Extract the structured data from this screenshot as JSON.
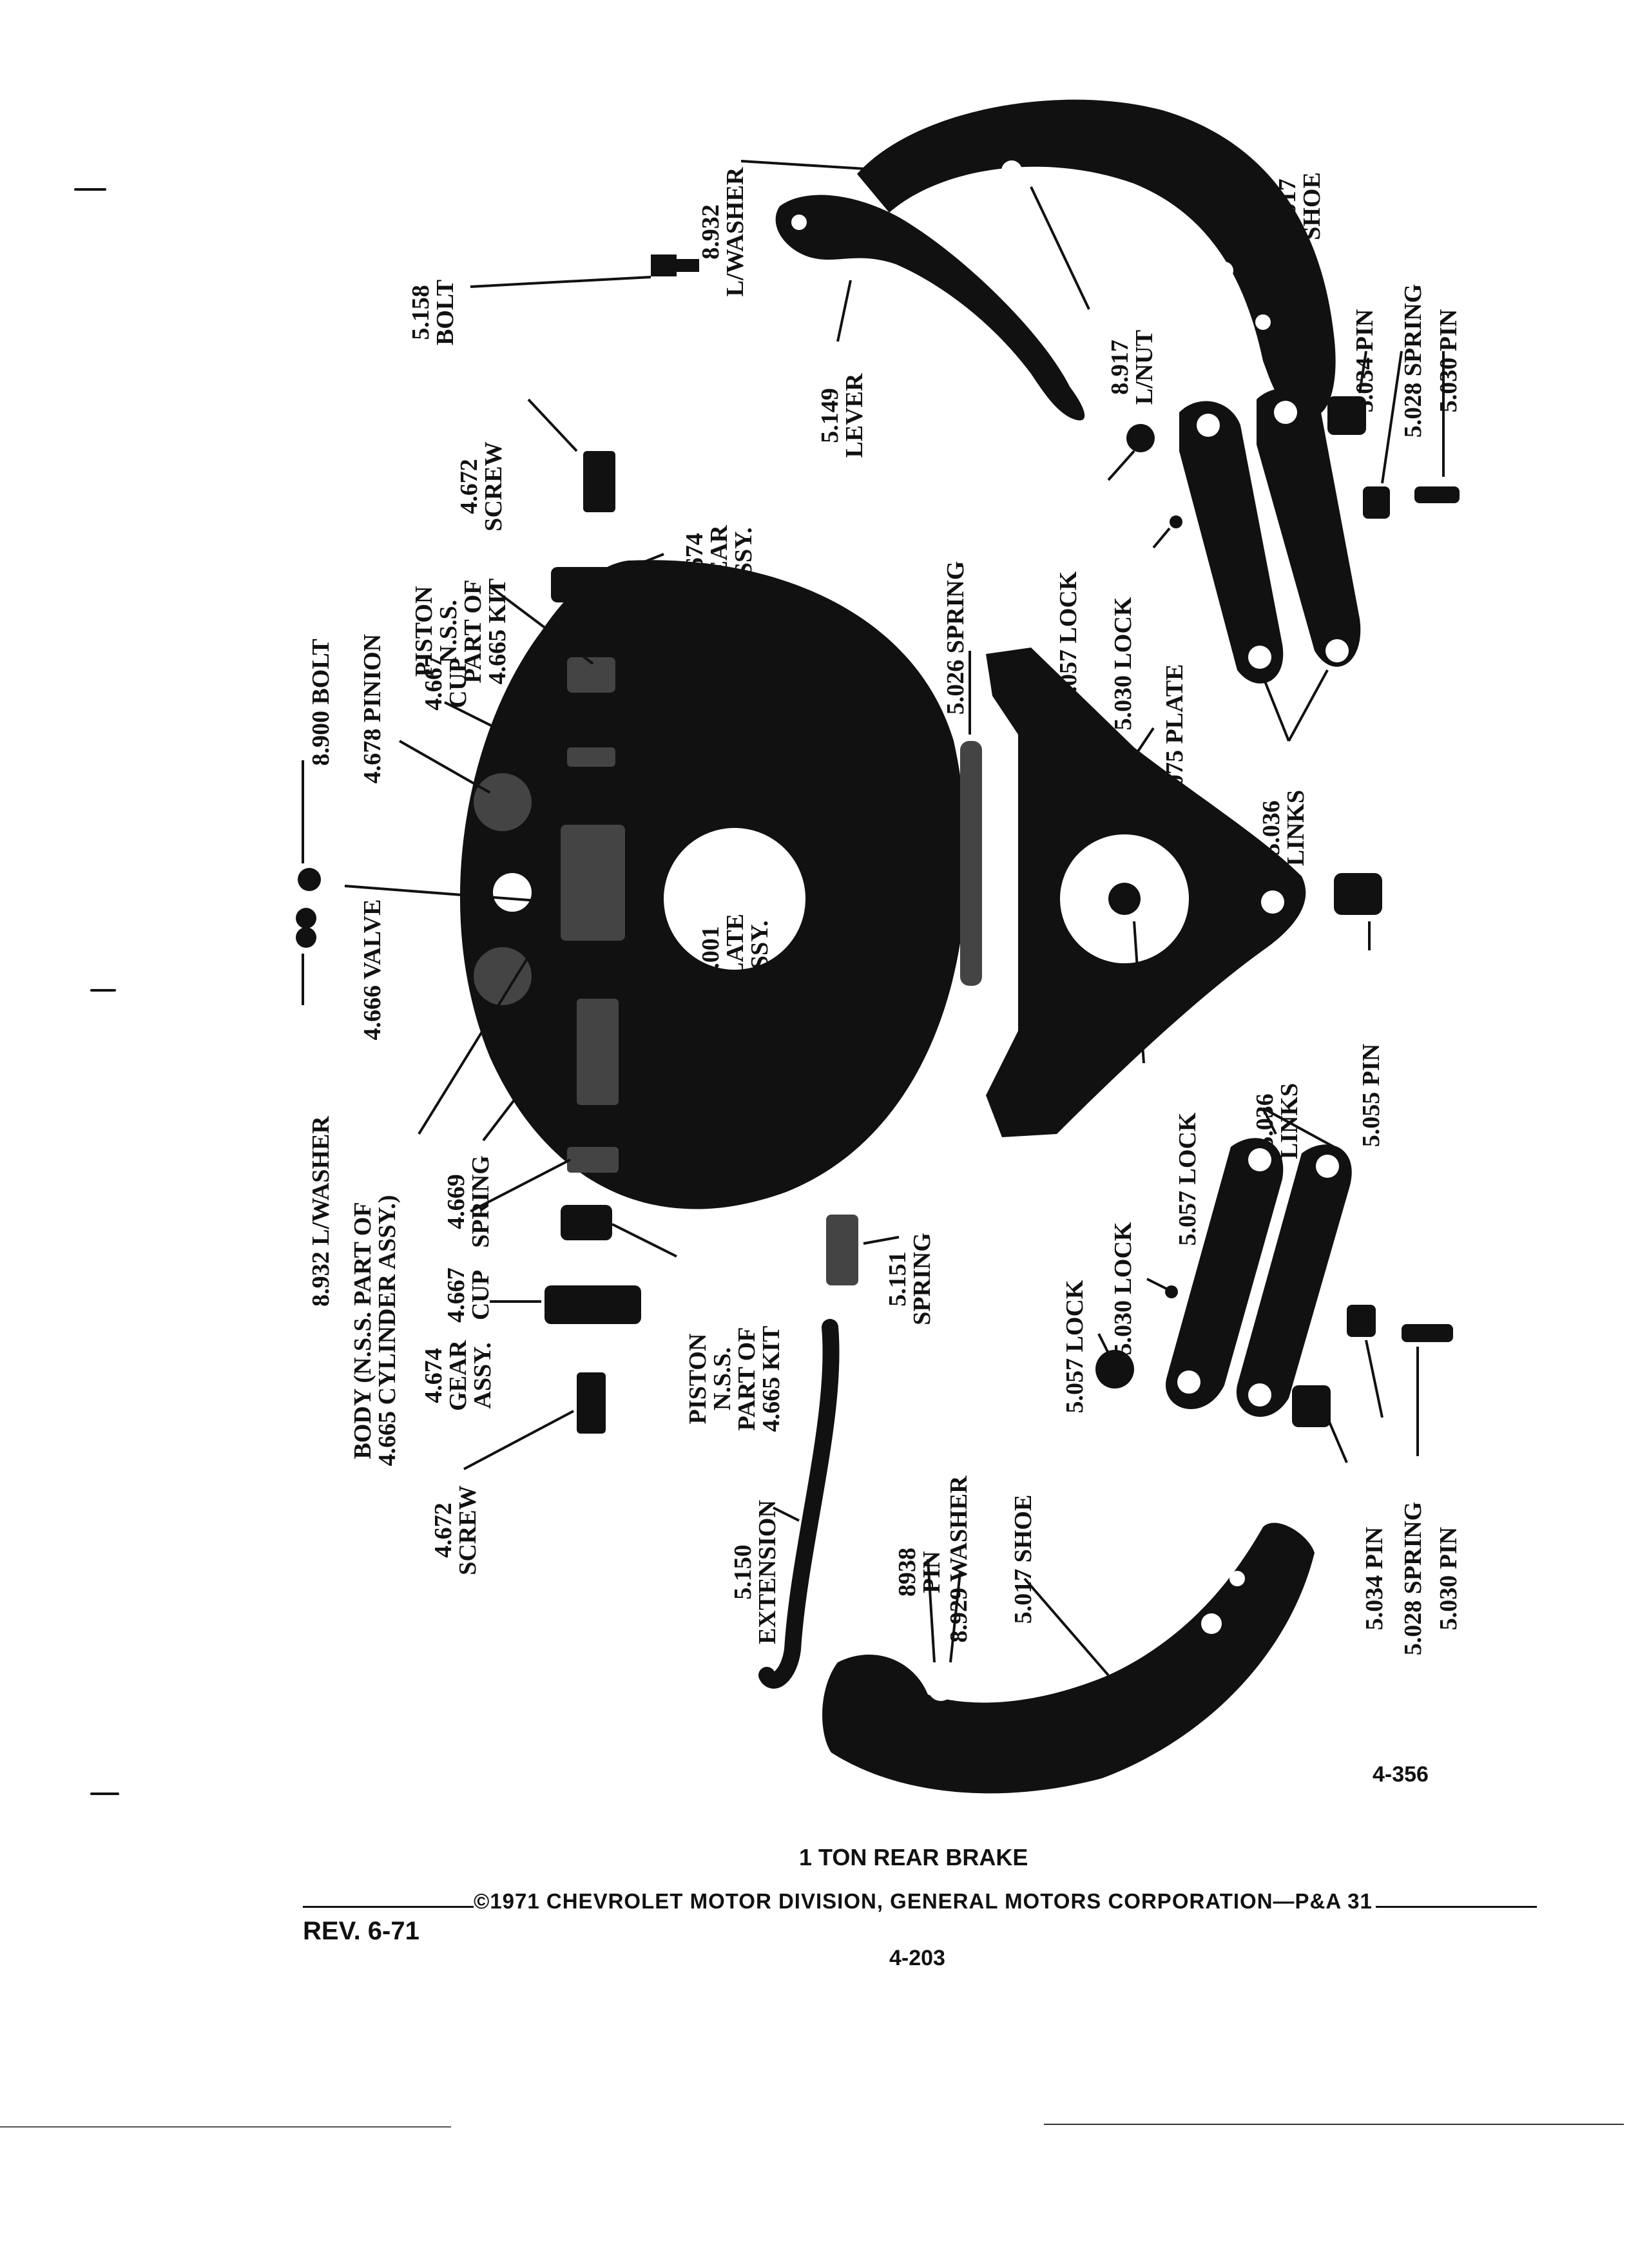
{
  "figure": {
    "title": "1 TON REAR BRAKE",
    "number": "4-356",
    "copyright": "©1971 CHEVROLET MOTOR DIVISION, GENERAL MOTORS CORPORATION—P&A 31",
    "revision": "REV. 6-71",
    "page": "4-203"
  },
  "callouts": [
    {
      "id": "c1",
      "lines": [
        "8.932",
        "L/WASHER"
      ]
    },
    {
      "id": "c2",
      "lines": [
        "5.017",
        "SHOE"
      ]
    },
    {
      "id": "c3",
      "lines": [
        "5.158",
        "BOLT"
      ]
    },
    {
      "id": "c4",
      "lines": [
        "8.917",
        "L/NUT"
      ]
    },
    {
      "id": "c5",
      "lines": [
        "5.149",
        "LEVER"
      ]
    },
    {
      "id": "c6",
      "lines": [
        "5.034 PIN"
      ]
    },
    {
      "id": "c7",
      "lines": [
        "5.028 SPRING"
      ]
    },
    {
      "id": "c8",
      "lines": [
        "5.030 PIN"
      ]
    },
    {
      "id": "c9",
      "lines": [
        "4.672",
        "SCREW"
      ]
    },
    {
      "id": "c10",
      "lines": [
        "PISTON",
        "N.S.S.",
        "PART OF",
        "4.665 KIT"
      ]
    },
    {
      "id": "c11",
      "lines": [
        "4.674",
        "GEAR",
        "ASSY."
      ]
    },
    {
      "id": "c12",
      "lines": [
        "5.026 SPRING"
      ]
    },
    {
      "id": "c13",
      "lines": [
        "5.057 LOCK"
      ]
    },
    {
      "id": "c14",
      "lines": [
        "5.030 LOCK"
      ]
    },
    {
      "id": "c15",
      "lines": [
        "5.075 PLATE"
      ]
    },
    {
      "id": "c16",
      "lines": [
        "5.036",
        "LINKS"
      ]
    },
    {
      "id": "c17",
      "lines": [
        "4.667",
        "CUP"
      ]
    },
    {
      "id": "c18",
      "lines": [
        "4.678 PINION"
      ]
    },
    {
      "id": "c19",
      "lines": [
        "8.900 BOLT"
      ]
    },
    {
      "id": "c20",
      "lines": [
        "5.001",
        "PLATE",
        "ASSY."
      ]
    },
    {
      "id": "c21",
      "lines": [
        "4.666 VALVE"
      ]
    },
    {
      "id": "c22",
      "lines": [
        "8.932 L/WASHER"
      ]
    },
    {
      "id": "c23",
      "lines": [
        "5.057 LOCK"
      ]
    },
    {
      "id": "c24",
      "lines": [
        "5.055 PIN"
      ]
    },
    {
      "id": "c25",
      "lines": [
        "5.036",
        "LINKS"
      ]
    },
    {
      "id": "c26",
      "lines": [
        "4.669",
        "SPRING"
      ]
    },
    {
      "id": "c27",
      "lines": [
        "BODY (N.S.S. PART OF",
        "4.665 CYLINDER ASSY.)"
      ]
    },
    {
      "id": "c28",
      "lines": [
        "4.667",
        "CUP"
      ]
    },
    {
      "id": "c29",
      "lines": [
        "PISTON",
        "N.S.S.",
        "PART OF",
        "4.665 KIT"
      ]
    },
    {
      "id": "c30",
      "lines": [
        "5.151",
        "SPRING"
      ]
    },
    {
      "id": "c31",
      "lines": [
        "5.057 LOCK"
      ]
    },
    {
      "id": "c32",
      "lines": [
        "5.030 LOCK"
      ]
    },
    {
      "id": "c33",
      "lines": [
        "4.674",
        "GEAR",
        "ASSY."
      ]
    },
    {
      "id": "c34",
      "lines": [
        "4.672",
        "SCREW"
      ]
    },
    {
      "id": "c35",
      "lines": [
        "5.150",
        "EXTENSION"
      ]
    },
    {
      "id": "c36",
      "lines": [
        "8938",
        "PIN"
      ]
    },
    {
      "id": "c37",
      "lines": [
        "8.929 WASHER"
      ]
    },
    {
      "id": "c38",
      "lines": [
        "5.017 SHOE"
      ]
    },
    {
      "id": "c39",
      "lines": [
        "5.034 PIN"
      ]
    },
    {
      "id": "c40",
      "lines": [
        "5.028 SPRING"
      ]
    },
    {
      "id": "c41",
      "lines": [
        "5.030 PIN"
      ]
    }
  ]
}
